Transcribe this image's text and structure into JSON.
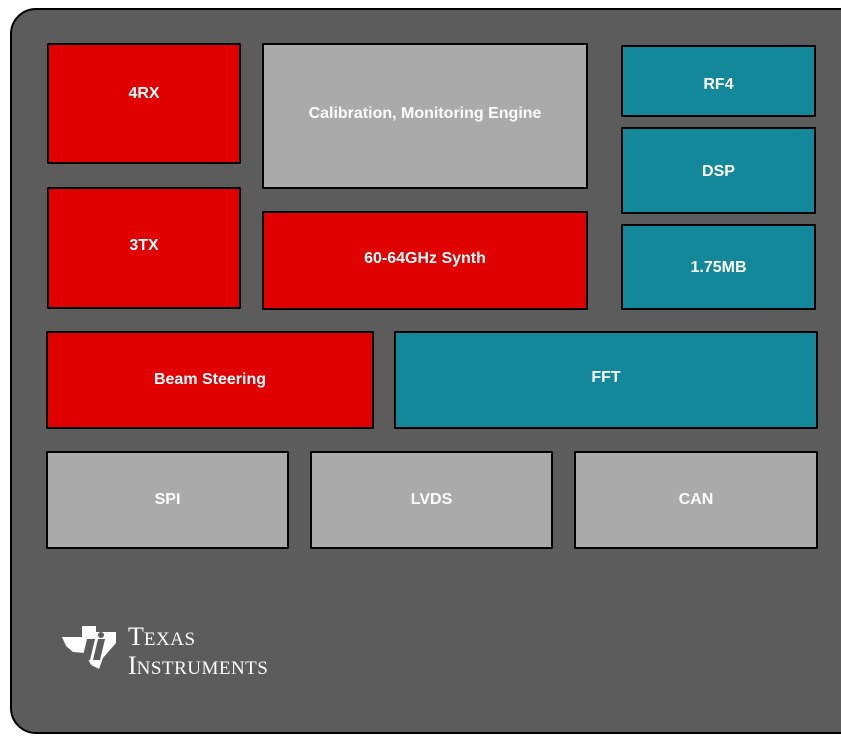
{
  "blocks": {
    "rx": "4RX",
    "tx": "3TX",
    "calibration": "Calibration, Monitoring Engine",
    "synth": "60-64GHz Synth",
    "rf4": "RF4",
    "dsp": "DSP",
    "memory": "1.75MB",
    "beam_steering": "Beam Steering",
    "fft": "FFT",
    "spi": "SPI",
    "lvds": "LVDS",
    "can": "CAN"
  },
  "colors": {
    "chip_background": "#5c5c5c",
    "rf_block": "#e00000",
    "digital_block": "#12889a",
    "misc_block": "#aaaaaa"
  },
  "logo": {
    "name": "Texas Instruments",
    "line1_cap": "T",
    "line1_rest": "EXAS",
    "line2_cap": "I",
    "line2_rest": "NSTRUMENTS"
  }
}
